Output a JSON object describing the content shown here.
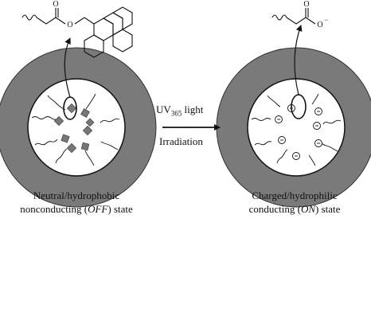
{
  "left": {
    "state_line1": "Neutral/hydrophobic",
    "state_line2_pre": "nonconducting  (",
    "state_line2_em": "OFF",
    "state_line2_post": ") state"
  },
  "right": {
    "state_line1": "Charged/hydrophilic",
    "state_line2_pre": "conducting  (",
    "state_line2_em": "ON",
    "state_line2_post": ") state"
  },
  "arrow": {
    "top_prefix": "UV",
    "top_sub": "365",
    "top_suffix": " light",
    "bottom": "Irradiation"
  },
  "molecules": {
    "left_carbonyl_o": "O",
    "left_ester_o": "O",
    "right_carbonyl_o": "O",
    "right_anion_o": "O",
    "right_charge": "−"
  },
  "colors": {
    "shell": "#7a7a7a",
    "core": "#ffffff",
    "pyrene_marker": "#777777",
    "line": "#111111"
  }
}
